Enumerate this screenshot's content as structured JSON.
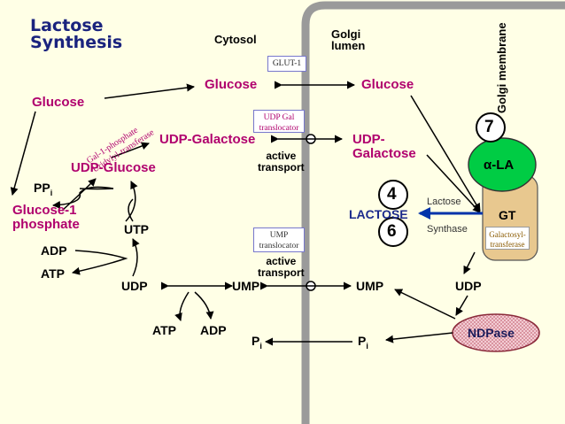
{
  "title": {
    "line1": "Lactose",
    "line2": "Synthesis"
  },
  "regions": {
    "cytosol": "Cytosol",
    "golgi_lumen_1": "Golgi",
    "golgi_lumen_2": "lumen",
    "golgi_membrane": "Golgi membrane"
  },
  "cytosol": {
    "glucose_left": "Glucose",
    "glucose_center": "Glucose",
    "udp_galactose": "UDP-Galactose",
    "udp_glucose": "UDP-Glucose",
    "ppi_text": "PP",
    "ppi_sub": "i",
    "glucose1_line1": "Glucose-1",
    "glucose1_line2": "phosphate",
    "utp": "UTP",
    "adp_left": "ADP",
    "atp_left": "ATP",
    "udp_left": "UDP",
    "ump_center": "UMP",
    "atp_bottom": "ATP",
    "adp_bottom": "ADP",
    "pi_text": "P",
    "pi_sub": "i",
    "enzyme_diag_line1": "Gal-1-phosphate",
    "enzyme_diag_line2": "Uridylyl-transferase"
  },
  "transport": {
    "glut1": "GLUT-1",
    "udpgal_trans_line1": "UDP Gal",
    "udpgal_trans_line2": "translocator",
    "active1_line1": "active",
    "active1_line2": "transport",
    "ump_trans_line1": "UMP",
    "ump_trans_line2": "translocator",
    "active2_line1": "active",
    "active2_line2": "transport"
  },
  "lumen": {
    "glucose": "Glucose",
    "udp_gal_line1": "UDP-",
    "udp_gal_line2": "Galactose",
    "num4": "4",
    "num6": "6",
    "num7": "7",
    "lactose": "LACTOSE",
    "lactose_synthase_1": "Lactose",
    "lactose_synthase_2": "Synthase",
    "alpha_la": "α-LA",
    "gt": "GT",
    "galactosyl_1": "Galactosyl-",
    "galactosyl_2": "transferase",
    "ump": "UMP",
    "udp": "UDP",
    "pi_text": "P",
    "pi_sub": "i",
    "ndpase": "NDPase"
  },
  "colors": {
    "title": "#1a237e",
    "metabolite_magenta": "#b0006e",
    "membrane": "#999999",
    "alpha_la_green": "#00cc44",
    "lactose_arrow": "#0033aa",
    "ndpase_fill": "#f2c6cf"
  }
}
